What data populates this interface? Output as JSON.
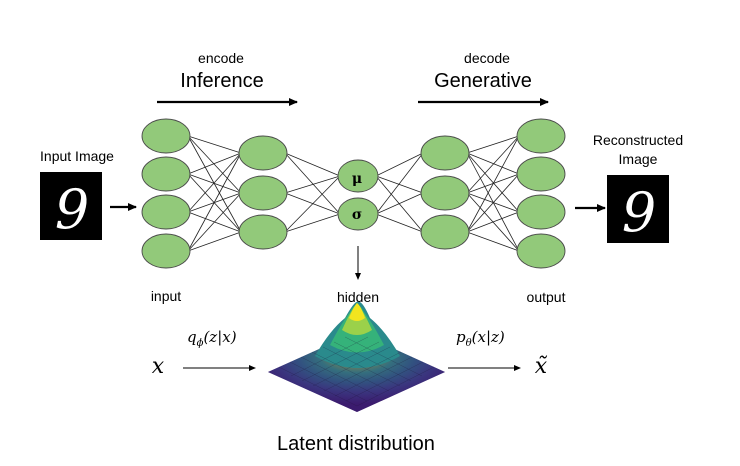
{
  "labels": {
    "encode": "encode",
    "inference": "Inference",
    "decode": "decode",
    "generative": "Generative",
    "input_image": "Input Image",
    "reconstructed_line1": "Reconstructed",
    "reconstructed_line2": "Image",
    "input": "input",
    "hidden": "hidden",
    "output": "output",
    "latent_distribution": "Latent distribution",
    "mu": "μ",
    "sigma": "σ",
    "digit_in": "9",
    "digit_out": "9"
  },
  "math": {
    "x": "x",
    "q_main": "q",
    "q_sub": "ϕ",
    "q_args": "(z|x)",
    "p_main": "p",
    "p_sub": "θ",
    "p_args": "(x|z)",
    "x_tilde": "x̃"
  },
  "colors": {
    "node_fill": "#92c97a",
    "node_stroke": "#4a4a4a",
    "edge": "#222222",
    "image_bg": "#000000",
    "digit": "#ffffff",
    "surface_low": "#3b1b6e",
    "surface_mid": "#2a8a8c",
    "surface_high": "#f2e51f"
  }
}
